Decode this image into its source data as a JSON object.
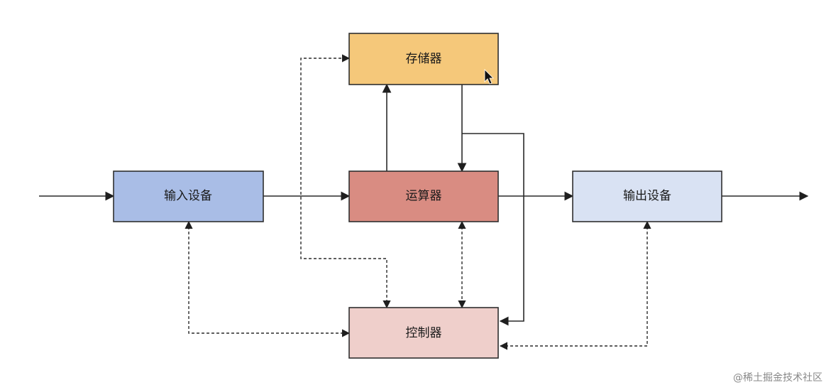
{
  "nodes": {
    "memory": {
      "label": "存储器",
      "color": "#f5c87a"
    },
    "alu": {
      "label": "运算器",
      "color": "#d98c82"
    },
    "input": {
      "label": "输入设备",
      "color": "#a9bde6"
    },
    "output": {
      "label": "输出设备",
      "color": "#d9e2f3"
    },
    "control": {
      "label": "控制器",
      "color": "#efcfcb"
    }
  },
  "watermark": "@稀土掘金技术社区"
}
